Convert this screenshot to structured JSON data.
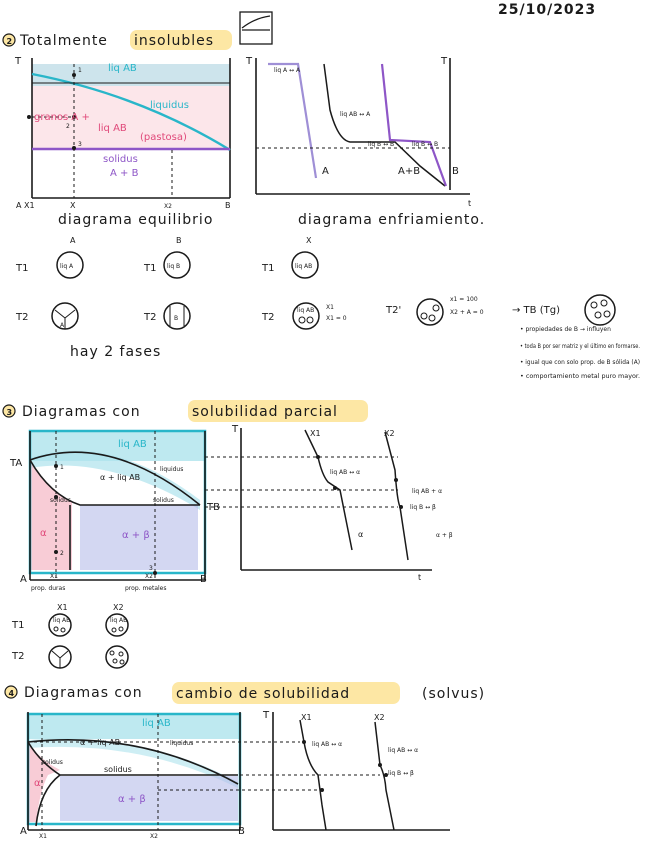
{
  "date": "25/10/2023",
  "sections": {
    "s2": {
      "number": "2",
      "title_plain": "Totalmente",
      "title_highlight": "insolubles",
      "left": {
        "t_axis": "T",
        "point_1": "1",
        "point_2": "2",
        "point_3": "3",
        "liq_ab": "liq AB",
        "liquidus": "liquidus",
        "granos": "granos A +",
        "liq_ab2": "liq AB",
        "pastosa": "(pastosa)",
        "solidus": "solidus",
        "a_plus_b": "A + B",
        "x_left": "A X1",
        "x_mid": "X",
        "x_right": "X2",
        "b_label": "B",
        "caption": "diagrama equilibrio"
      },
      "right": {
        "t_axis": "T",
        "t_axis_right": "T",
        "liq_a": "liq A ↔ A",
        "liq_ab_a": "liq AB ↔ A",
        "liq_b": "liq B ↔ B",
        "liq_b2": "liq B ↔ B",
        "a": "A",
        "a_plus_b": "A+B",
        "b": "B",
        "t_end": "t",
        "caption": "diagrama enfriamiento."
      },
      "micro": {
        "col_a": "A",
        "col_b": "B",
        "col_x": "X",
        "t1": "T1",
        "t2": "T2",
        "t2p": "T2'",
        "liq_a": "liq A",
        "liq_b": "liq B",
        "liq_ab": "liq AB",
        "a_grain": "A",
        "b_grain": "B",
        "x1_note": "X1",
        "x_zero": "X1 = 0",
        "x_hundred": "x1 = 100",
        "x_sum": "X2 + A = 0",
        "fases": "hay 2 fases",
        "tb": "→ TB (Tg)",
        "notes": [
          "• propiedades de B → influyen",
          "• toda B por ser matriz y el último en formarse.",
          "• igual que con solo prop. de B sólida (A)",
          "• comportamiento metal puro mayor."
        ]
      }
    },
    "s3": {
      "number": "3",
      "title_plain": "Diagramas con",
      "title_highlight": "solubilidad parcial",
      "liq_ab": "liq AB",
      "ta": "TA",
      "tb": "TB",
      "liquidus": "liquidus",
      "alpha_liq": "α + liq AB",
      "solidus": "solidus",
      "solidus2": "solidus",
      "alpha": "α",
      "alpha_b": "α + β",
      "point_1": "1",
      "point_2": "2",
      "point_3": "3",
      "a_label": "A",
      "x1": "X1",
      "x2": "X2",
      "b_label": "B",
      "prop_duras": "prop. duras",
      "prop_metal": "prop. metales",
      "cool_t": "T",
      "cool_x1": "X1",
      "cool_x2": "X2",
      "cool_liq_ab_alpha": "liq AB ↔ α",
      "cool_liq_ab_plus": "liq AB + α",
      "cool_liq_b": "liq B ↔ β",
      "cool_alpha": "α",
      "cool_alpha_b": "α + β",
      "cool_t_end": "t",
      "micro_x1": "X1",
      "micro_x2": "X2",
      "t1": "T1",
      "t2": "T2",
      "m_liq": "liq AB"
    },
    "s4": {
      "number": "4",
      "title_plain": "Diagramas con",
      "title_highlight": "cambio de solubilidad",
      "title_tail": "(solvus)",
      "liq_ab": "liq AB",
      "alpha_liq": "α + liq AB",
      "liquidus": "liquidus",
      "solidus": "solidus",
      "solidus2": "solidus",
      "alpha": "α",
      "alpha_b": "α + β",
      "a_label": "A",
      "x1": "X1",
      "x2": "X2",
      "b_label": "B",
      "cool_t": "T",
      "cool_x1": "X1",
      "cool_x2": "X2",
      "cool_liq_ab": "liq AB ↔ α",
      "cool_liq_ab2": "liq AB ↔ α",
      "cool_liq_b": "liq B ↔ β"
    }
  },
  "colors": {
    "highlight": "#fde7a4",
    "cyan": "#29b6c9",
    "pink": "#e0497a",
    "purple": "#8e56c7",
    "lavender": "#9f8fd6",
    "pink_fill": "#f5b7c4",
    "cyan_fill": "#aee3ec",
    "blue_fill": "#b6bde9"
  },
  "icons": [
    "number-circle-icon",
    "equilibrium-sketch-icon",
    "arrow-icon"
  ]
}
